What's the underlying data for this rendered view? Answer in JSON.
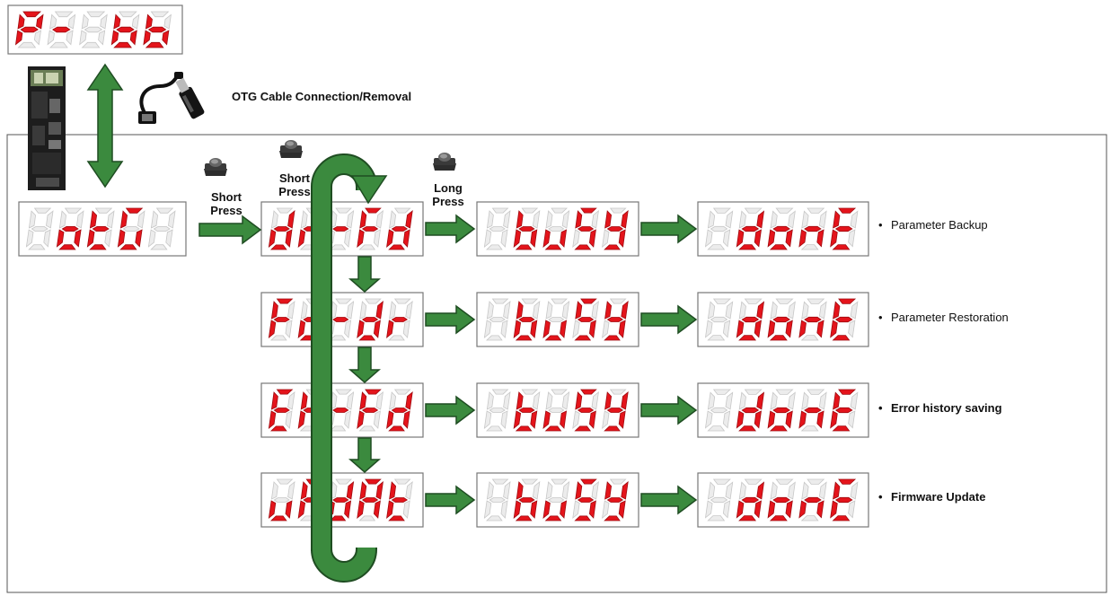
{
  "colors": {
    "digit_on": "#e4141b",
    "digit_off": "#ececec",
    "arrow_fill": "#3b8a3e",
    "arrow_stroke": "#1f4d22",
    "frame": "#555555"
  },
  "top_display": {
    "digits": [
      "P",
      "-",
      "",
      "b",
      "b"
    ]
  },
  "otg_caption": "OTG Cable Connection/Removal",
  "start_display": {
    "digits": [
      "",
      "o",
      "t",
      "G",
      ""
    ]
  },
  "press_labels": {
    "first": "Short Press",
    "loop": "Short Press",
    "long": "Long Press"
  },
  "rows": [
    {
      "menu": [
        "d",
        "r",
        "-",
        "F",
        "d"
      ],
      "busy": [
        "",
        "b",
        "u",
        "S",
        "Y"
      ],
      "done": [
        "",
        "d",
        "o",
        "n",
        "E"
      ],
      "label": "Parameter Backup",
      "bold": false
    },
    {
      "menu": [
        "F",
        "d",
        "-",
        "d",
        "r"
      ],
      "busy": [
        "",
        "b",
        "u",
        "S",
        "Y"
      ],
      "done": [
        "",
        "d",
        "o",
        "n",
        "E"
      ],
      "label": "Parameter Restoration",
      "bold": false
    },
    {
      "menu": [
        "E",
        "H",
        "-",
        "F",
        "d"
      ],
      "busy": [
        "",
        "b",
        "u",
        "S",
        "Y"
      ],
      "done": [
        "",
        "d",
        "o",
        "n",
        "E"
      ],
      "label": "Error history saving",
      "bold": true
    },
    {
      "menu": [
        "u",
        "P",
        "d",
        "A",
        "t"
      ],
      "busy": [
        "",
        "b",
        "u",
        "S",
        "Y"
      ],
      "done": [
        "",
        "d",
        "o",
        "n",
        "E"
      ],
      "label": "Firmware Update",
      "bold": true
    }
  ],
  "icons": [
    "servo-drive-icon",
    "otg-cable-icon",
    "usb-stick-icon",
    "push-button-icon"
  ]
}
